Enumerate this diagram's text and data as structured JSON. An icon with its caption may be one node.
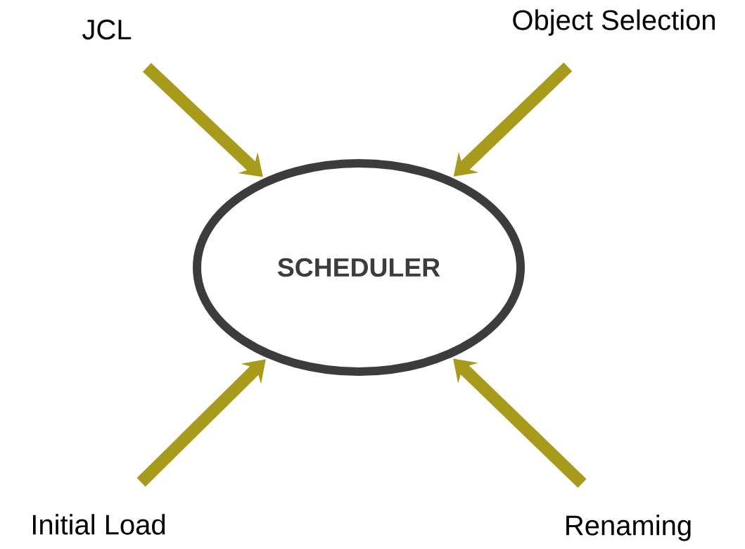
{
  "diagram": {
    "nodes": [
      {
        "text": [
          "SCHEDULER"
        ]
      },
      {
        "text": [
          "JCL"
        ]
      },
      {
        "text": [
          "Object Selection"
        ]
      },
      {
        "text": [
          "Initial Load"
        ]
      },
      {
        "text": [
          "Renaming"
        ]
      }
    ],
    "edges": [
      {
        "from": 1,
        "to": 0,
        "arrow": "to"
      },
      {
        "from": 2,
        "to": 0,
        "arrow": "to"
      },
      {
        "from": 3,
        "to": 0,
        "arrow": "to"
      },
      {
        "from": 4,
        "to": 0,
        "arrow": "to"
      }
    ]
  }
}
